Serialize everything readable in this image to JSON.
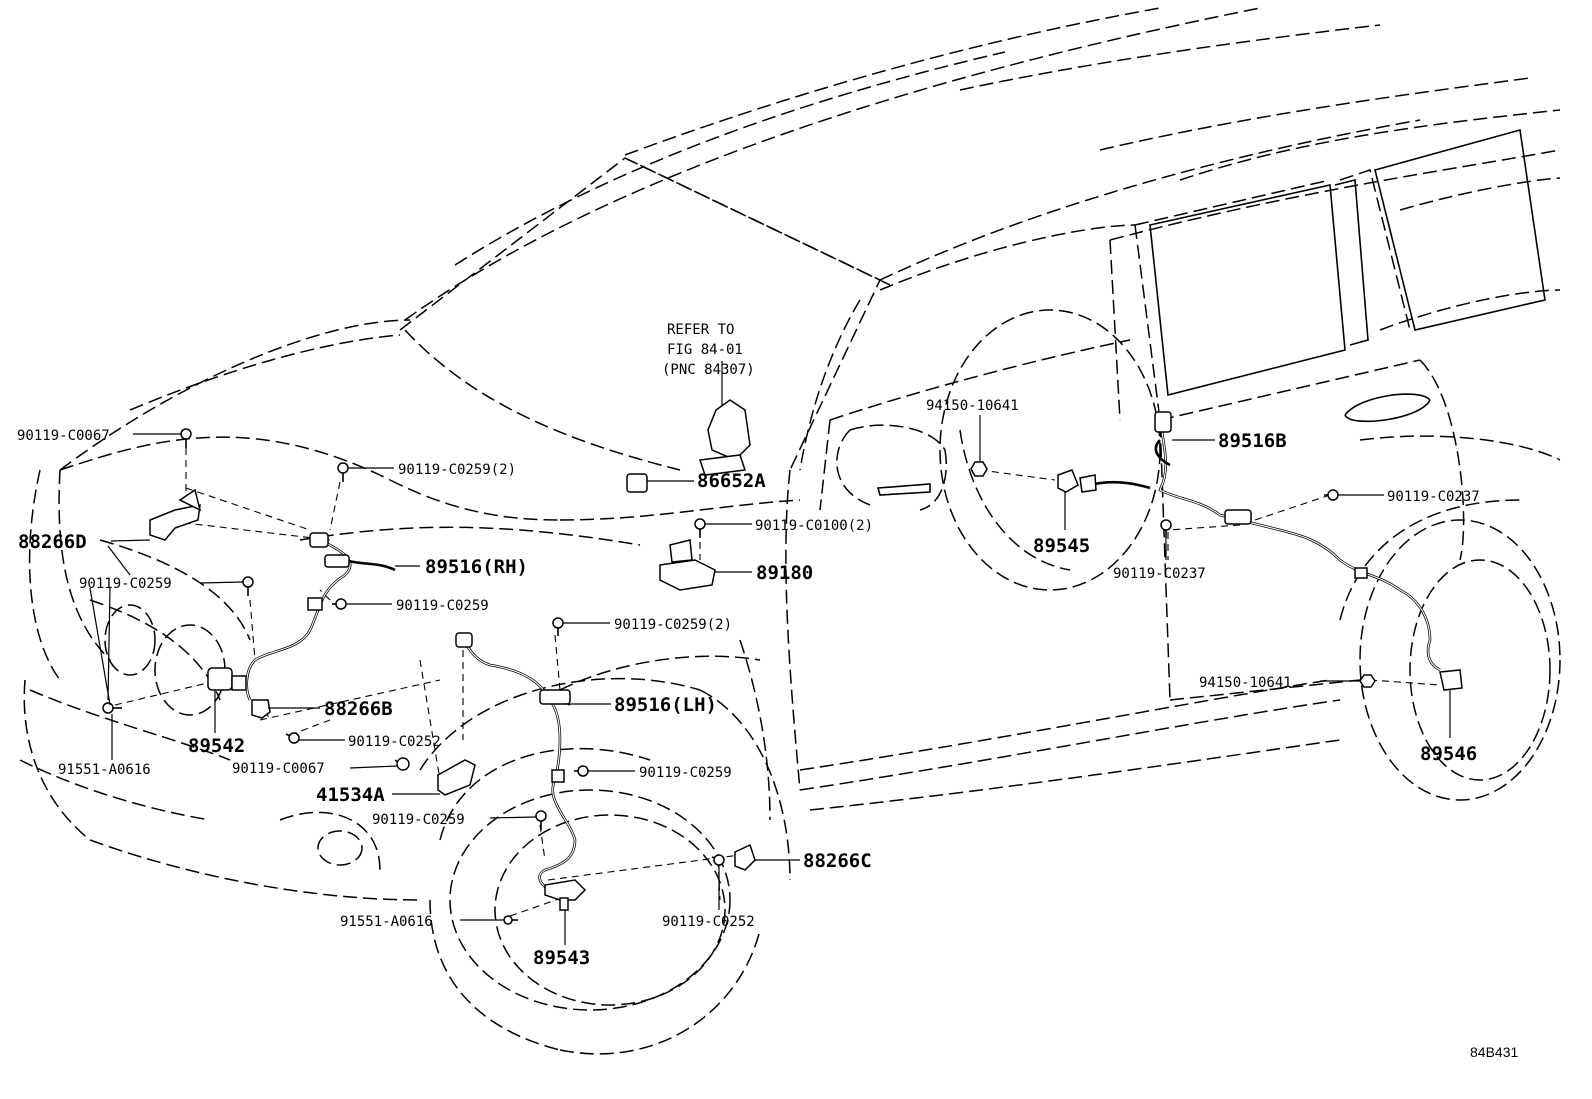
{
  "diagram": {
    "figure_code": "84B431",
    "refer_note": [
      "REFER TO",
      "FIG 84-01",
      "(PNC 84307)"
    ],
    "labels": {
      "l_90119_C0067_a": "90119-C0067",
      "l_88266D": "88266D",
      "l_90119_C0259_a": "90119-C0259",
      "l_91551_A0616_a": "91551-A0616",
      "l_89542": "89542",
      "l_90119_C0259_2a": "90119-C0259(2)",
      "l_89516RH": "89516(RH)",
      "l_90119_C0259_b": "90119-C0259",
      "l_88266B": "88266B",
      "l_90119_C0252_a": "90119-C0252",
      "l_90119_C0067_b": "90119-C0067",
      "l_41534A": "41534A",
      "l_86652A": "86652A",
      "l_90119_C0100_2": "90119-C0100(2)",
      "l_89180": "89180",
      "l_90119_C0259_2b": "90119-C0259(2)",
      "l_89516LH": "89516(LH)",
      "l_90119_C0259_c": "90119-C0259",
      "l_90119_C0259_d": "90119-C0259",
      "l_88266C": "88266C",
      "l_91551_A0616_b": "91551-A0616",
      "l_90119_C0252_b": "90119-C0252",
      "l_89543": "89543",
      "l_94150_10641_a": "94150-10641",
      "l_89516B": "89516B",
      "l_89545": "89545",
      "l_90119_C0237_a": "90119-C0237",
      "l_90119_C0237_b": "90119-C0237",
      "l_94150_10641_b": "94150-10641",
      "l_89546": "89546"
    }
  }
}
